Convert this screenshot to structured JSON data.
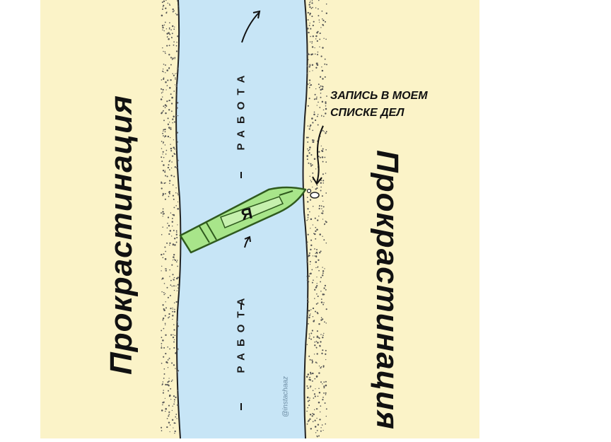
{
  "left_bank_label": "Прокрастинация",
  "right_bank_label": "Прокрастинация",
  "river_labels": {
    "lower": "РАБОТА",
    "upper": "РАБОТА"
  },
  "boat_label": "Я",
  "note": "ЗАПИСЬ В МОЕМ\nСПИСКЕ ДЕЛ",
  "credit": "@instachaaz",
  "colors": {
    "bank": "#fbf3c8",
    "river": "#c7e5f6",
    "boat": "#a8e58a",
    "boat_outline": "#2f5a1e"
  }
}
